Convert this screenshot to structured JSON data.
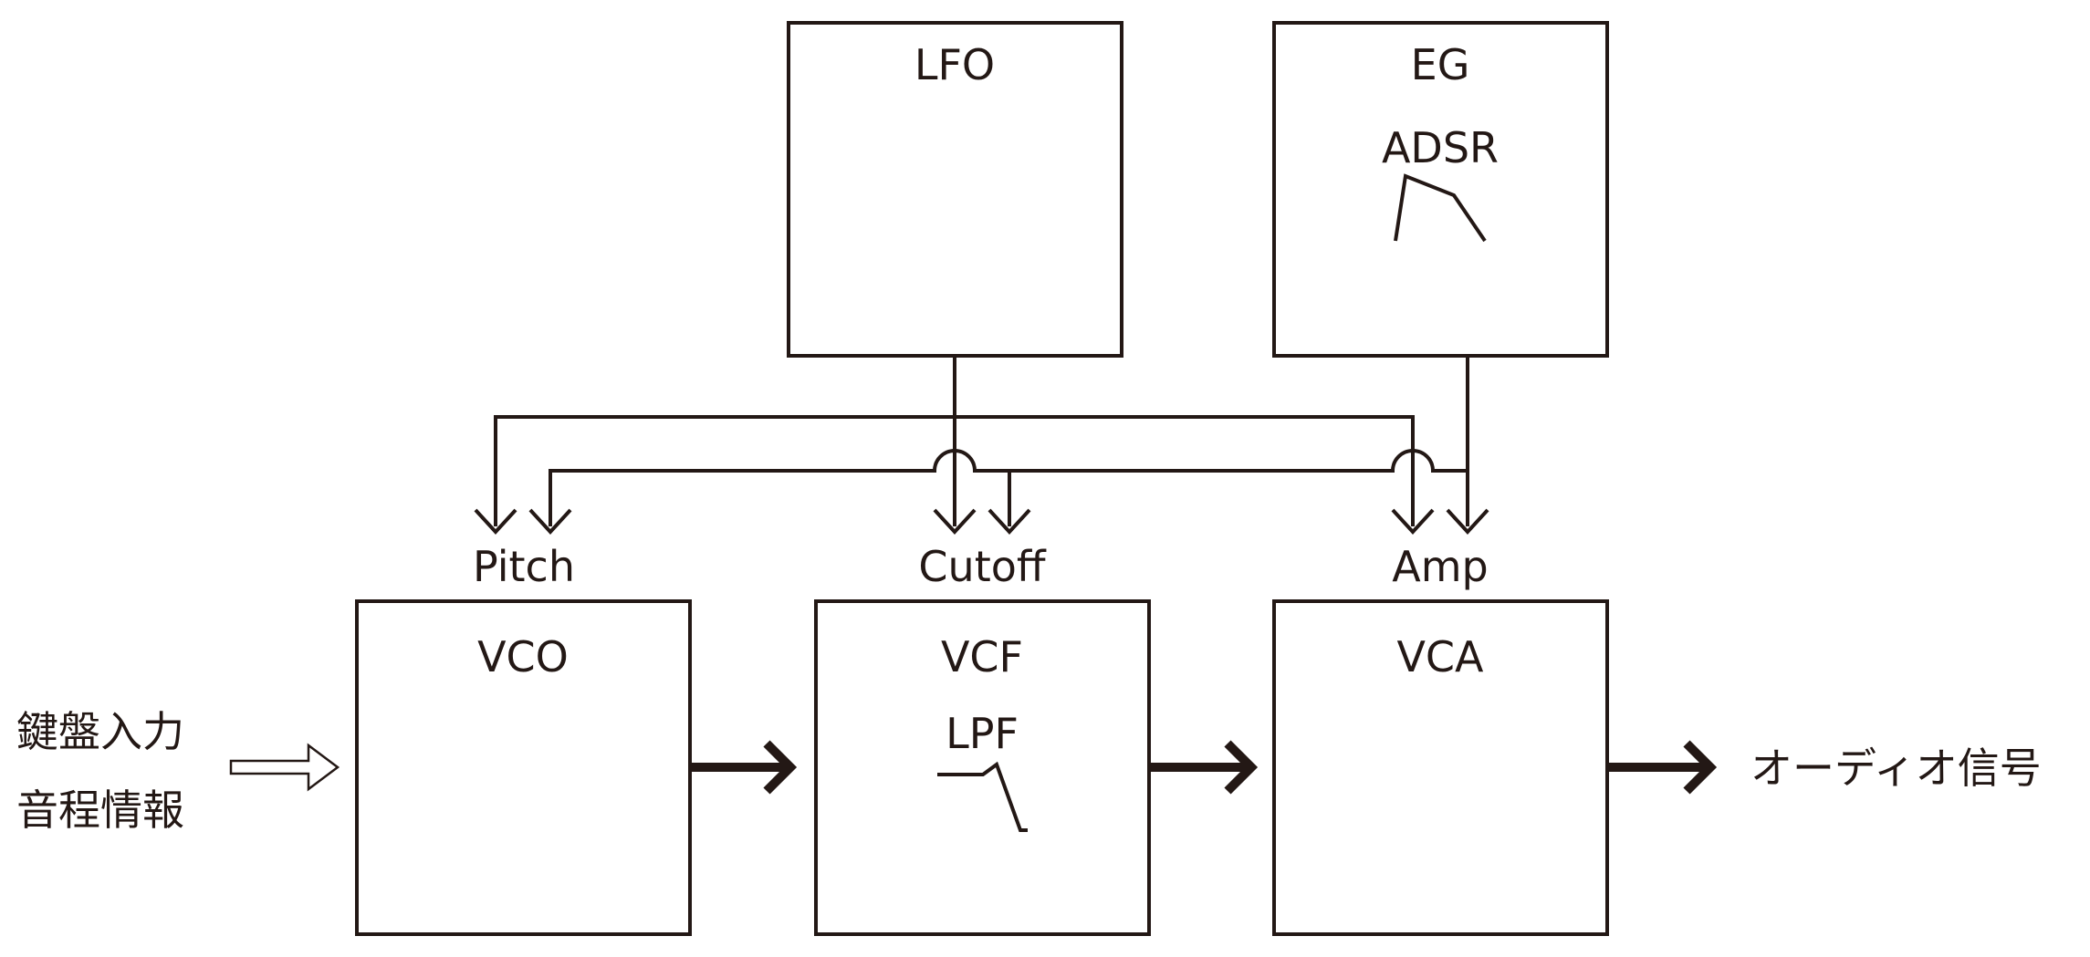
{
  "modules": {
    "lfo": {
      "title": "LFO"
    },
    "eg": {
      "title": "EG",
      "subtitle": "ADSR"
    },
    "vco": {
      "title": "VCO"
    },
    "vcf": {
      "title": "VCF",
      "subtitle": "LPF"
    },
    "vca": {
      "title": "VCA"
    }
  },
  "mod_targets": {
    "pitch": "Pitch",
    "cutoff": "Cutoff",
    "amp": "Amp"
  },
  "input": {
    "line1": "鍵盤入力",
    "line2": "音程情報"
  },
  "output": {
    "label": "オーディオ信号"
  },
  "colors": {
    "ink": "#231815",
    "background": "#ffffff"
  }
}
